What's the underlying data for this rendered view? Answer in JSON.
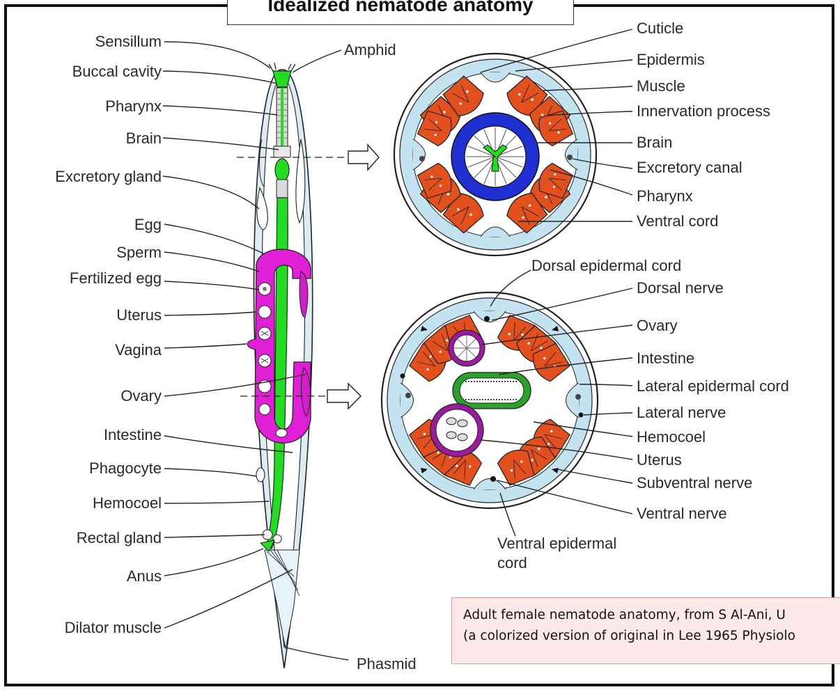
{
  "title": "Idealized nematode anatomy",
  "caption": {
    "line1": "Adult female nematode anatomy, from S Al-Ani, U",
    "line2": "(a colorized version of original in Lee 1965 Physiolo"
  },
  "colors": {
    "muscle": "#e2501e",
    "nerve_ring": "#1f2fd0",
    "pharynx_intestine": "#22dd22",
    "reproductive": "#e020d6",
    "epidermis": "#c4e3f0",
    "caption_bg": "#fde9e9"
  },
  "body_labels": {
    "sensillum": "Sensillum",
    "amphid": "Amphid",
    "buccal_cavity": "Buccal cavity",
    "pharynx": "Pharynx",
    "brain": "Brain",
    "excretory_gland": "Excretory gland",
    "egg": "Egg",
    "sperm": "Sperm",
    "fertilized_egg": "Fertilized egg",
    "uterus": "Uterus",
    "vagina": "Vagina",
    "ovary": "Ovary",
    "intestine": "Intestine",
    "phagocyte": "Phagocyte",
    "hemocoel": "Hemocoel",
    "rectal_gland": "Rectal gland",
    "anus": "Anus",
    "dilator_muscle": "Dilator muscle",
    "phasmid": "Phasmid"
  },
  "section1_labels": {
    "cuticle": "Cuticle",
    "epidermis": "Epidermis",
    "muscle": "Muscle",
    "innervation_process": "Innervation process",
    "brain": "Brain",
    "excretory_canal": "Excretory canal",
    "pharynx": "Pharynx",
    "ventral_cord": "Ventral cord"
  },
  "section2_labels": {
    "dorsal_epidermal_cord": "Dorsal epidermal cord",
    "dorsal_nerve": "Dorsal nerve",
    "ovary": "Ovary",
    "intestine": "Intestine",
    "lateral_epidermal_cord": "Lateral epidermal cord",
    "lateral_nerve": "Lateral nerve",
    "hemocoel": "Hemocoel",
    "uterus": "Uterus",
    "subventral_nerve": "Subventral nerve",
    "ventral_nerve": "Ventral nerve",
    "ventral_epidermal_cord_1": "Ventral epidermal",
    "ventral_epidermal_cord_2": "cord"
  }
}
